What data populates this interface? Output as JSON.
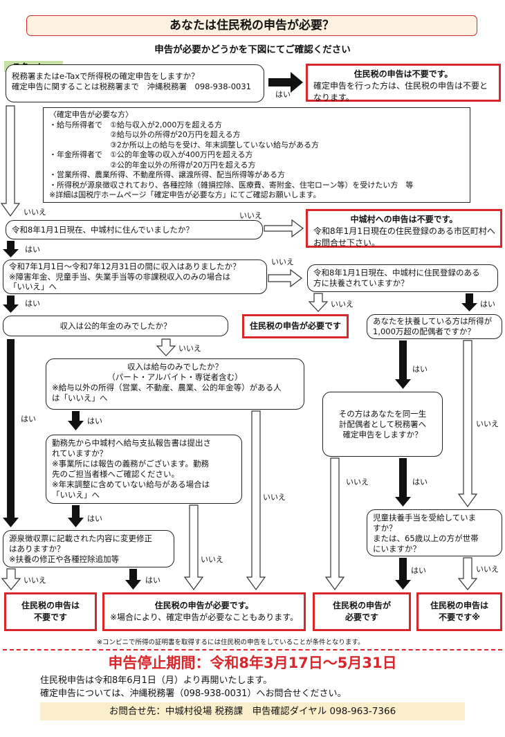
{
  "title": "あなたは住民税の申告が必要？",
  "subtitle": "申告が必要かどうかを下図にてご確認ください",
  "start_label": "スタート",
  "q1": [
    "税務署またはe-Taxで所得税の確定申告をしますか？",
    "確定申告に関することは税務署まで　沖縄税務署　098-938-0031"
  ],
  "r1": {
    "head": "住民税の申告は不要です。",
    "body": [
      "確定申告を行った方は、住民税の申告は不要と",
      "なります。"
    ]
  },
  "conditions": [
    "〈確定申告が必要な方〉",
    "・給与所得者で　①給与収入が2,000万を超える方",
    "　　　　　　　　②給与以外の所得が20万円を超える方",
    "　　　　　　　　③2か所以上の給与を受け、年末調整していない給与がある方",
    "・年金所得者で　①公的年金等の収入が400万円を超える方",
    "　　　　　　　　②公的年金以外の所得が20万円を超える方",
    "・営業所得、農業所得、不動産所得、譲渡所得、配当所得等がある方",
    "・所得税が源泉徴収されており、各種控除（雑損控除、医療費、寄附金、住宅ローン等）を受けたい方　等",
    "※詳細は国税庁ホームページ「確定申告が必要な方」にてご確認お願いします。"
  ],
  "q2": "令和8年1月1日現在、中城村に住んでいましたか？",
  "r2": {
    "head": "中城村への申告は不要です。",
    "body": [
      "令和8年1月1日現在の住民登録のある市区町村へ",
      "お問合せ下さい。"
    ]
  },
  "q3": [
    "令和7年1月1日～令和7年12月31日の間に収入はありましたか？",
    "※障害年金、児童手当、失業手当等の非課税収入のみの場合は",
    "「いいえ」へ"
  ],
  "q3b": [
    "令和8年1月1日現在、中城村に住民登録のある",
    "方に扶養されていますか？"
  ],
  "q4": "収入は公的年金のみでしたか？",
  "rmid": "住民税の申告が必要です",
  "q4b": [
    "あなたを扶養している方は所得が",
    "1,000万超の配偶者ですか？"
  ],
  "q5": [
    "収入は給与のみでしたか？",
    "（パート・アルバイト・専従者含む）",
    "※給与以外の所得（営業、不動産、農業、公的年金等）がある人",
    "は「いいえ」へ"
  ],
  "q6": [
    "勤務先から中城村へ給与支払報告書は提出さ",
    "れていますか？",
    "※事業所には報告の義務がございます。勤務",
    "先のご担当者様へご確認ください。",
    "※年末調整に含めていない給与がある場合は",
    "「いいえ」へ"
  ],
  "q7": [
    "源泉徴収票に記載された内容に変更修正",
    "はありますか？",
    "※扶養の修正や各種控除追加等"
  ],
  "q8": [
    "その方はあなたを同一生",
    "計配偶者として税務署へ",
    "確定申告をしますか？"
  ],
  "q9": [
    "児童扶養手当を受給していま",
    "すか？",
    "または、65歳以上の方が世帯",
    "にいますか？"
  ],
  "bottom": {
    "b1": [
      "住民税の申告は",
      "不要です"
    ],
    "b2": {
      "head": "住民税の申告が必要です。",
      "body": "※場合により、確定申告が必要なこともあります。"
    },
    "b3": [
      "住民税の申告が",
      "必要です"
    ],
    "b4": [
      "住民税の申告は",
      "不要です※"
    ]
  },
  "labels": {
    "yes": "はい",
    "no": "いいえ"
  },
  "footnote": "※コンビニで所得の証明書を取得するには住民税の申告をしていることが条件となります。",
  "suspension": {
    "headline": "申告停止期間：令和8年3月17日～5月31日",
    "line1": "住民税申告は令和8年6月1日（月）より再開いたします。",
    "line2": "確定申告については、沖縄税務署（098-938-0031）へお問合せください。"
  },
  "contact": "お問合せ先：中城村役場 税務課　申告確認ダイヤル 098-963-7366",
  "colors": {
    "red": "#d8262b",
    "title_bg": "#fdf1e0",
    "start_bg": "#c7e0a6",
    "contact_bg": "#fbeecb"
  }
}
